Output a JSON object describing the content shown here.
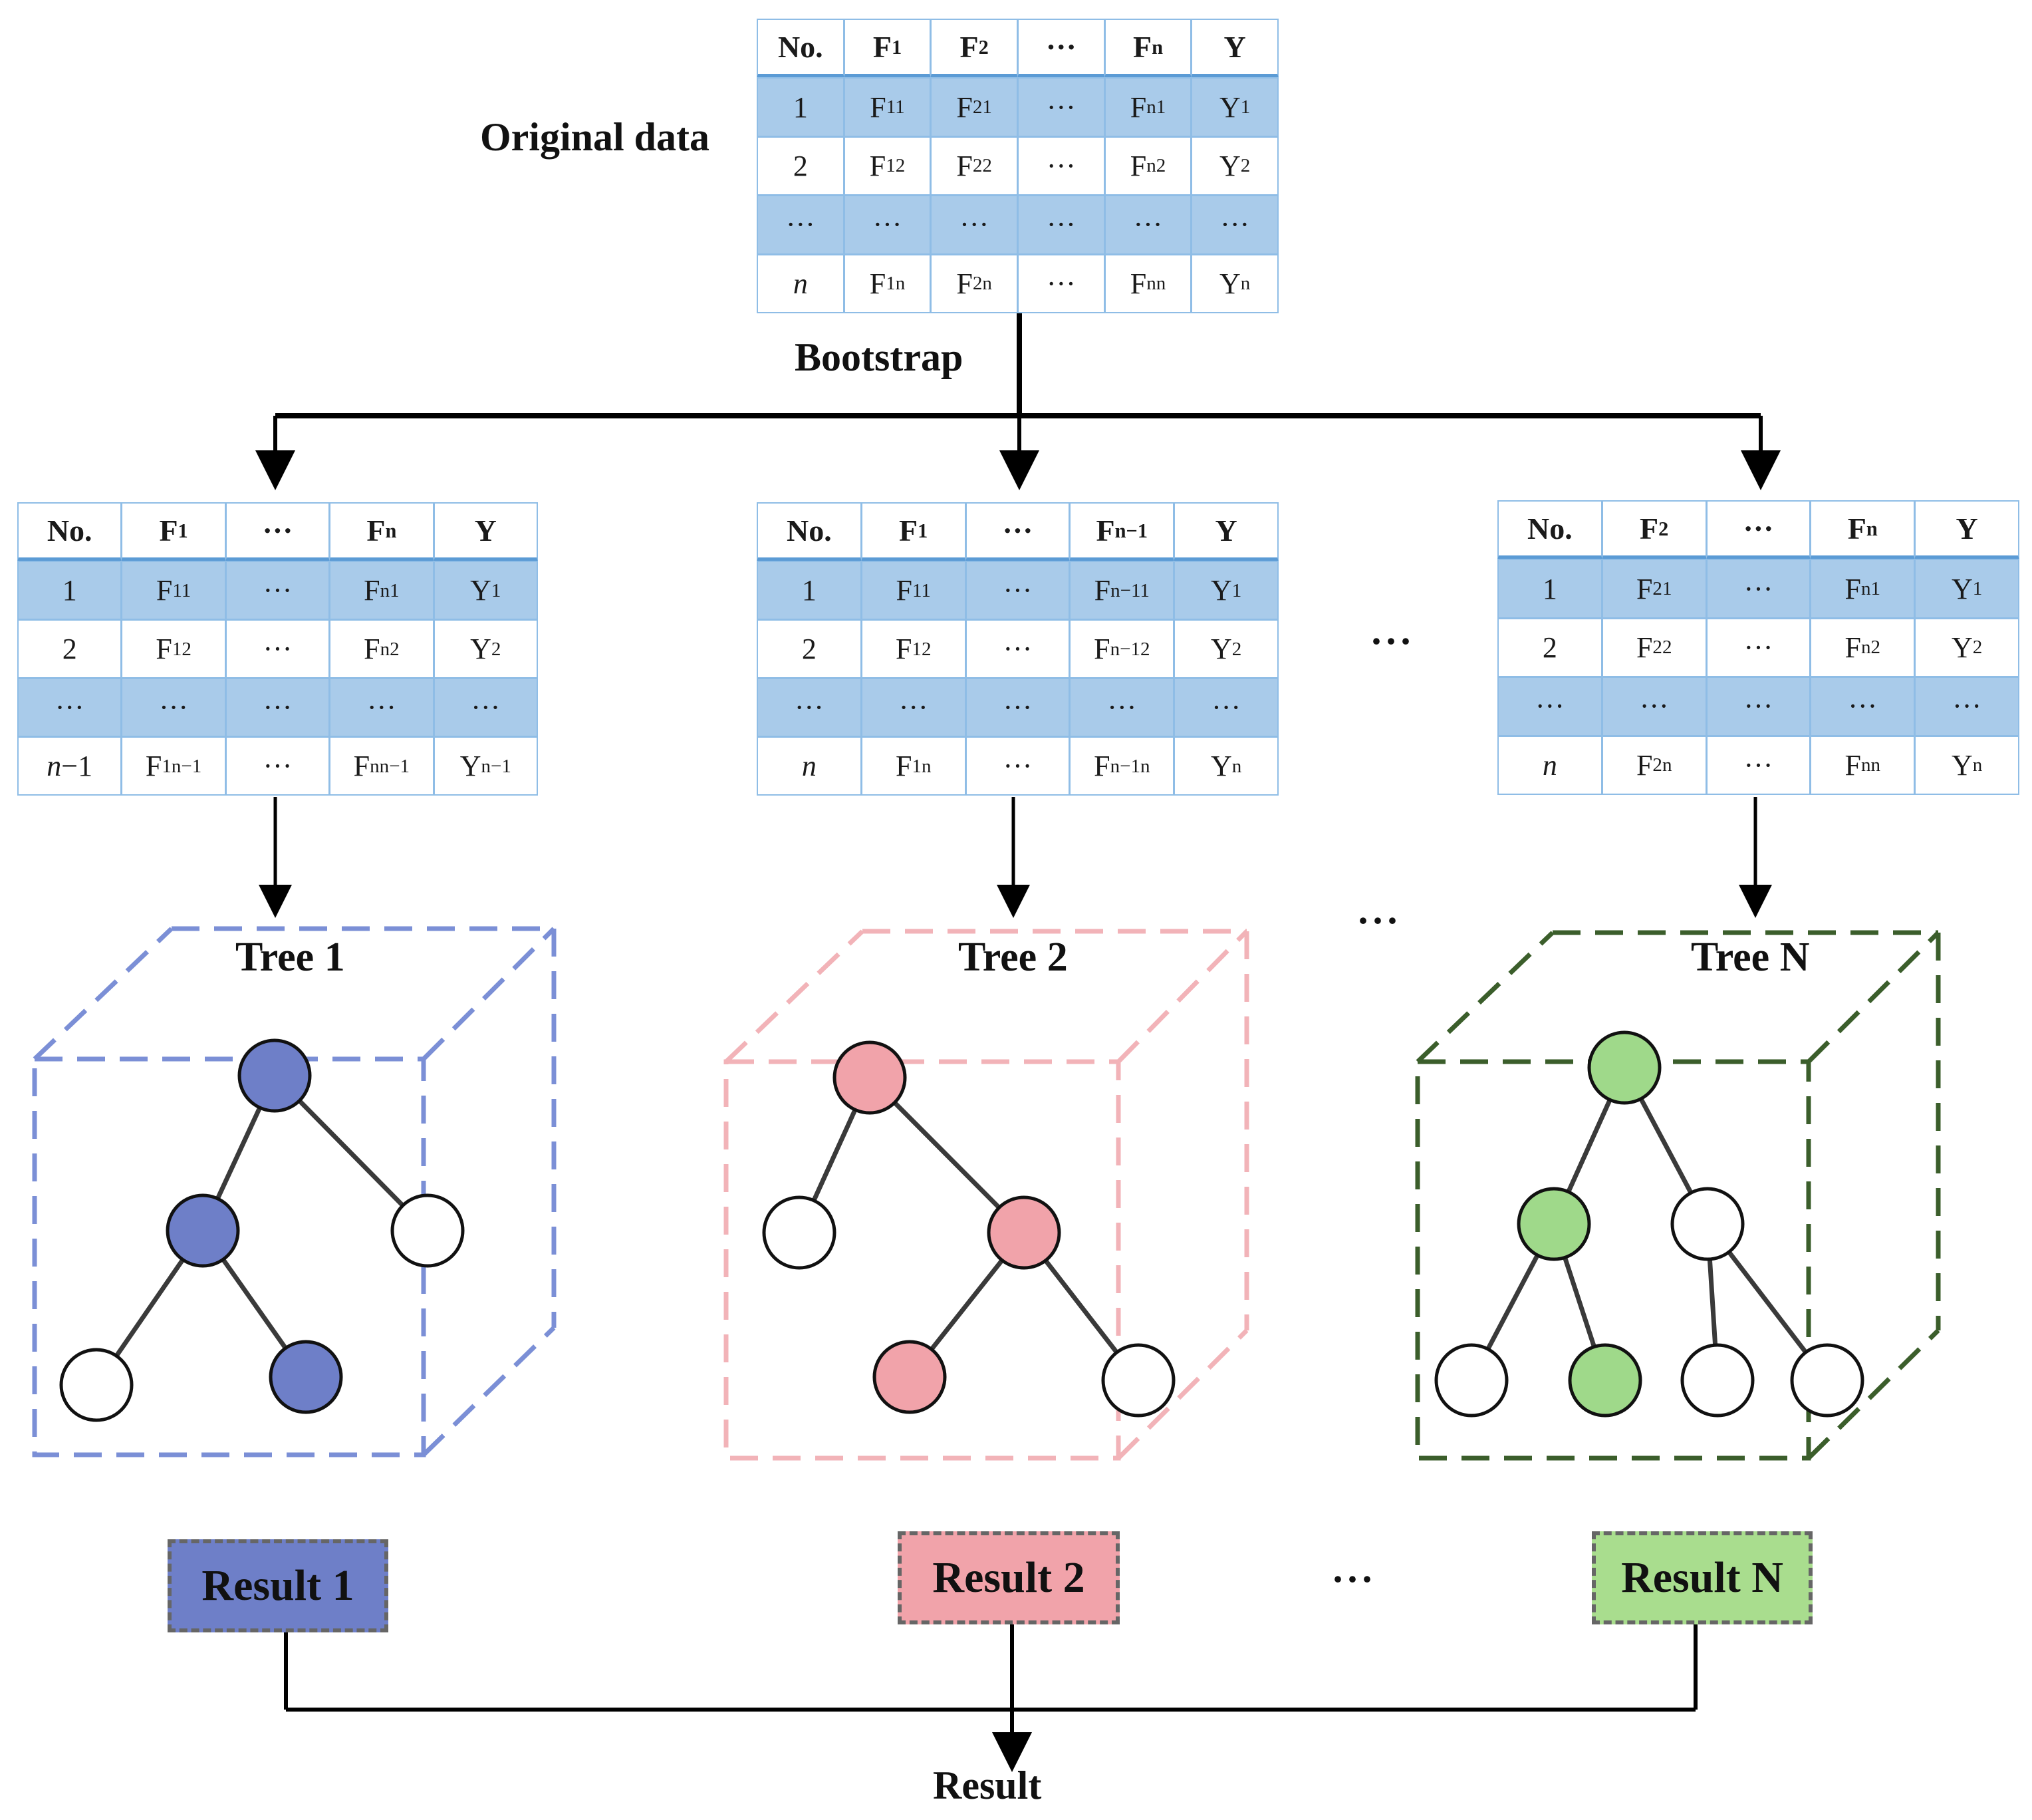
{
  "labels": {
    "original_data": "Original data",
    "bootstrap": "Bootstrap",
    "result": "Result",
    "ellipsis": "···"
  },
  "colors": {
    "table_header_bg": "#ffffff",
    "table_row_dark": "#a9cbea",
    "table_row_light": "#ffffff",
    "table_border": "#8fbde6",
    "table_header_rule": "#5b9bd5",
    "tree1": "#6e7fc8",
    "tree1_box": "#7b8fd6",
    "tree2": "#f1a3aa",
    "tree2_box": "#f2b3b8",
    "tree3": "#9fd98a",
    "tree3_box": "#3b5e2b",
    "result1": "#6e7fc8",
    "result2": "#f1a3aa",
    "result3": "#a9dd8e"
  },
  "original_table": {
    "header": [
      "No.",
      "F_1",
      "F_2",
      "···",
      "F_n",
      "Y"
    ],
    "rows": [
      [
        "1",
        "F_11",
        "F_21",
        "···",
        "F_n1",
        "Y_1"
      ],
      [
        "2",
        "F_12",
        "F_22",
        "···",
        "F_n2",
        "Y_2"
      ],
      [
        "···",
        "···",
        "···",
        "···",
        "···",
        "···"
      ],
      [
        "*n",
        "F_1n",
        "F_2n",
        "···",
        "F_nn",
        "Y_n"
      ]
    ]
  },
  "sample_tables": [
    {
      "header": [
        "No.",
        "F_1",
        "···",
        "F_n",
        "Y"
      ],
      "rows": [
        [
          "1",
          "F_11",
          "···",
          "F_n1",
          "Y_1"
        ],
        [
          "2",
          "F_12",
          "···",
          "F_n2",
          "Y_2"
        ],
        [
          "···",
          "···",
          "···",
          "···",
          "···"
        ],
        [
          "*n−1",
          "F_1n−1",
          "···",
          "F_nn−1",
          "Y_n−1"
        ]
      ]
    },
    {
      "header": [
        "No.",
        "F_1",
        "···",
        "F_n−1",
        "Y"
      ],
      "rows": [
        [
          "1",
          "F_11",
          "···",
          "F_n−11",
          "Y_1"
        ],
        [
          "2",
          "F_12",
          "···",
          "F_n−12",
          "Y_2"
        ],
        [
          "···",
          "···",
          "···",
          "···",
          "···"
        ],
        [
          "*n",
          "F_1n",
          "···",
          "F_n−1n",
          "Y_n"
        ]
      ]
    },
    {
      "header": [
        "No.",
        "F_2",
        "···",
        "F_n",
        "Y"
      ],
      "rows": [
        [
          "1",
          "F_21",
          "···",
          "F_n1",
          "Y_1"
        ],
        [
          "2",
          "F_22",
          "···",
          "F_n2",
          "Y_2"
        ],
        [
          "···",
          "···",
          "···",
          "···",
          "···"
        ],
        [
          "*n",
          "F_2n",
          "···",
          "F_nn",
          "Y_n"
        ]
      ]
    }
  ],
  "trees": [
    {
      "title": "Tree 1",
      "result": "Result 1"
    },
    {
      "title": "Tree 2",
      "result": "Result 2"
    },
    {
      "title": "Tree N",
      "result": "Result N"
    }
  ]
}
